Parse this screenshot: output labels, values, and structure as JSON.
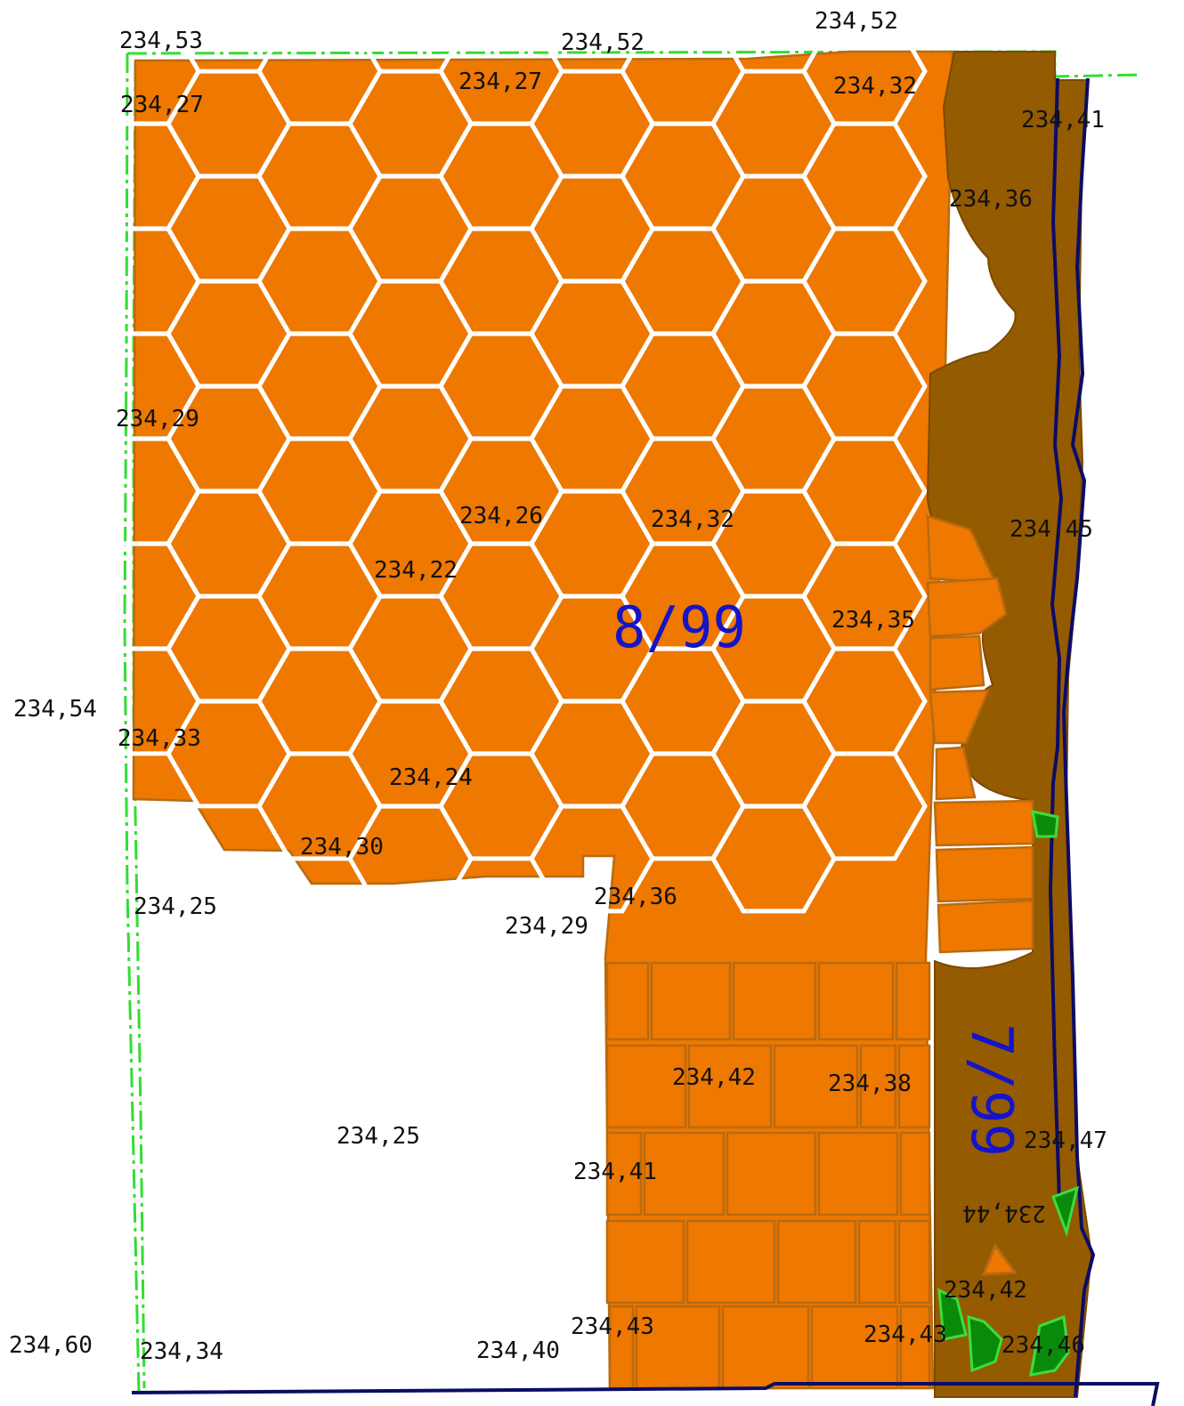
{
  "parcels": [
    {
      "id": "8/99",
      "color": "#1414c8"
    },
    {
      "id": "7/99",
      "color": "#1414c8",
      "rotated": true
    }
  ],
  "colors": {
    "paving": "#ee7800",
    "paving_edge": "#b96a10",
    "bank": "#955b00",
    "vegetation": "#0a8a0a",
    "vegetation_edge": "#3ddc3d",
    "parcel_boundary": "#33dd33",
    "water_line": "#0c0c66",
    "label_parcel": "#1414c8"
  },
  "elevations": [
    "234,52",
    "234,53",
    "234,52",
    "234,27",
    "234,32",
    "234,27",
    "234,41",
    "234,36",
    "234,29",
    "234,26",
    "234,32",
    "234,45",
    "234,22",
    "234,35",
    "234,54",
    "234,33",
    "234,24",
    "234,30",
    "234,25",
    "234,36",
    "234,29",
    "234,42",
    "234,38",
    "234,25",
    "234,47",
    "234,41",
    "234,44",
    "234,42",
    "234,43",
    "234,60",
    "234,34",
    "234,40",
    "234,43",
    "234,46"
  ]
}
